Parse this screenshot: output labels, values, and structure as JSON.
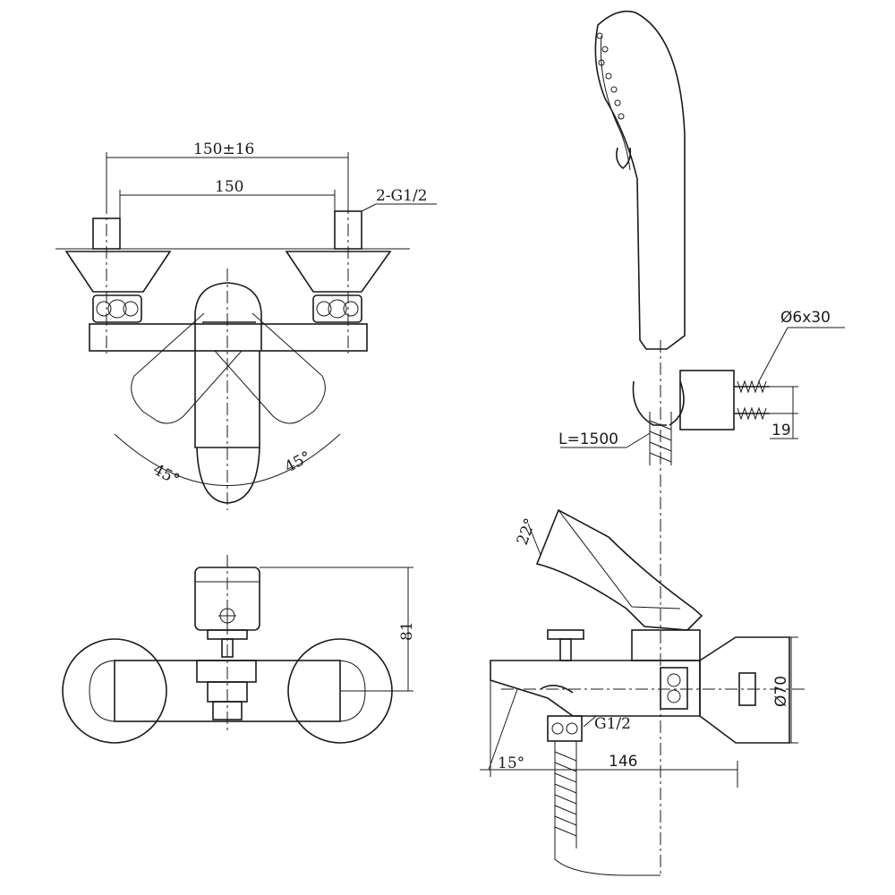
{
  "dimensions": {
    "overall_spacing": "150±16",
    "spacing": "150",
    "inlet_thread": "2-G1/2",
    "handle_angle_left": "45°",
    "handle_angle_right": "45°",
    "height_81": "81",
    "anchor_screw": "Ø6x30",
    "hose_length": "L=1500",
    "bracket_gap": "19",
    "lever_angle": "22°",
    "outlet_thread": "G1/2",
    "spout_angle": "15°",
    "spout_projection": "146",
    "flange_diameter": "Ø70"
  }
}
